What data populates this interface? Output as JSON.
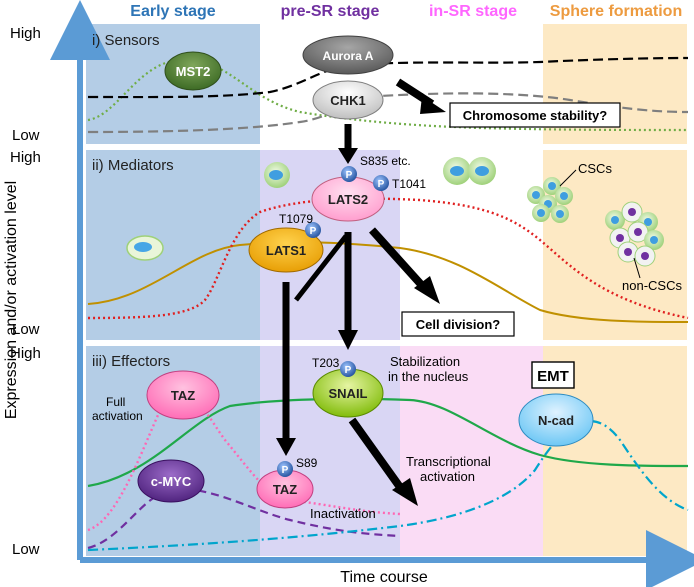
{
  "stages": {
    "early": "Early stage",
    "pre_sr": "pre-SR stage",
    "in_sr": "in-SR stage",
    "sphere": "Sphere formation"
  },
  "colors": {
    "early_header": "#2e75b6",
    "pre_sr_header": "#7030a0",
    "in_sr_header": "#ff66ff",
    "sphere_header": "#ed9b40",
    "axis": "#5b9bd5"
  },
  "axis": {
    "ylabel": "Expression and/or activation level",
    "xlabel": "Time course"
  },
  "panels": {
    "sensors": {
      "title": "i) Sensors",
      "high": "High",
      "low": "Low"
    },
    "mediators": {
      "title": "ii) Mediators",
      "high": "High",
      "low": "Low"
    },
    "effectors": {
      "title": "iii) Effectors",
      "high": "High",
      "low": "Low"
    }
  },
  "nodes": {
    "mst2": "MST2",
    "aurora_a": "Aurora A",
    "chk1": "CHK1",
    "lats2": "LATS2",
    "lats1": "LATS1",
    "snail": "SNAIL",
    "taz_active": "TAZ",
    "cmyc": "c-MYC",
    "taz_inactive": "TAZ",
    "ncad": "N-cad"
  },
  "phospho": {
    "p": "P",
    "s835": "S835 etc.",
    "t1041": "T1041",
    "t1079": "T1079",
    "t203": "T203",
    "s89": "S89"
  },
  "annotations": {
    "chromosome_stability": "Chromosome stability?",
    "cell_division": "Cell division?",
    "emt": "EMT",
    "stabilization_1": "Stabilization",
    "stabilization_2": "in the nucleus",
    "full_activation_1": "Full",
    "full_activation_2": "activation",
    "transcriptional_1": "Transcriptional",
    "transcriptional_2": "activation",
    "inactivation": "Inactivation",
    "cscs": "CSCs",
    "non_cscs": "non-CSCs"
  }
}
